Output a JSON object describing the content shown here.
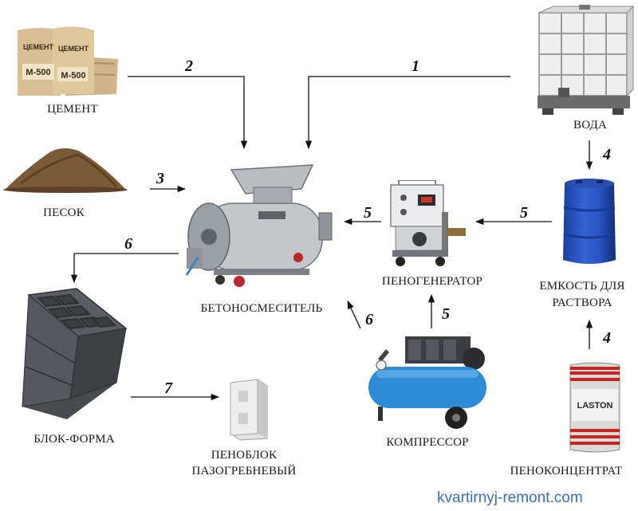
{
  "nodes": {
    "cement": "ЦЕМЕНТ",
    "water": "ВОДА",
    "sand": "ПЕСОК",
    "mixer": "БЕТОНОСМЕСИТЕЛЬ",
    "foam_generator": "ПЕНОГЕНЕРАТОР",
    "tank_line1": "ЕМКОСТЬ ДЛЯ",
    "tank_line2": "РАСТВОРА",
    "block_form": "БЛОК-ФОРМА",
    "foam_block_line1": "ПЕНОБЛОК",
    "foam_block_line2": "ПАЗОГРЕБНЕВЫЙ",
    "compressor": "КОМПРЕССОР",
    "foam_concentrate": "ПЕНОКОНЦЕНТРАТ"
  },
  "product_text": {
    "cement_bag_brand": "ЦЕМЕНТ",
    "cement_bag_grade": "М-500",
    "drum_brand": "LASTON"
  },
  "steps": {
    "water_to_mixer": "1",
    "cement_to_mixer": "2",
    "sand_to_mixer": "3",
    "water_to_tank": "4",
    "concentrate_to_tank": "4",
    "generator_to_mixer": "5",
    "tank_to_generator": "5",
    "compressor_to_generator": "5",
    "mixer_to_form": "6",
    "compressor_to_mixer": "6",
    "form_to_block": "7"
  },
  "watermark": "kvartirnyj-remont.com"
}
